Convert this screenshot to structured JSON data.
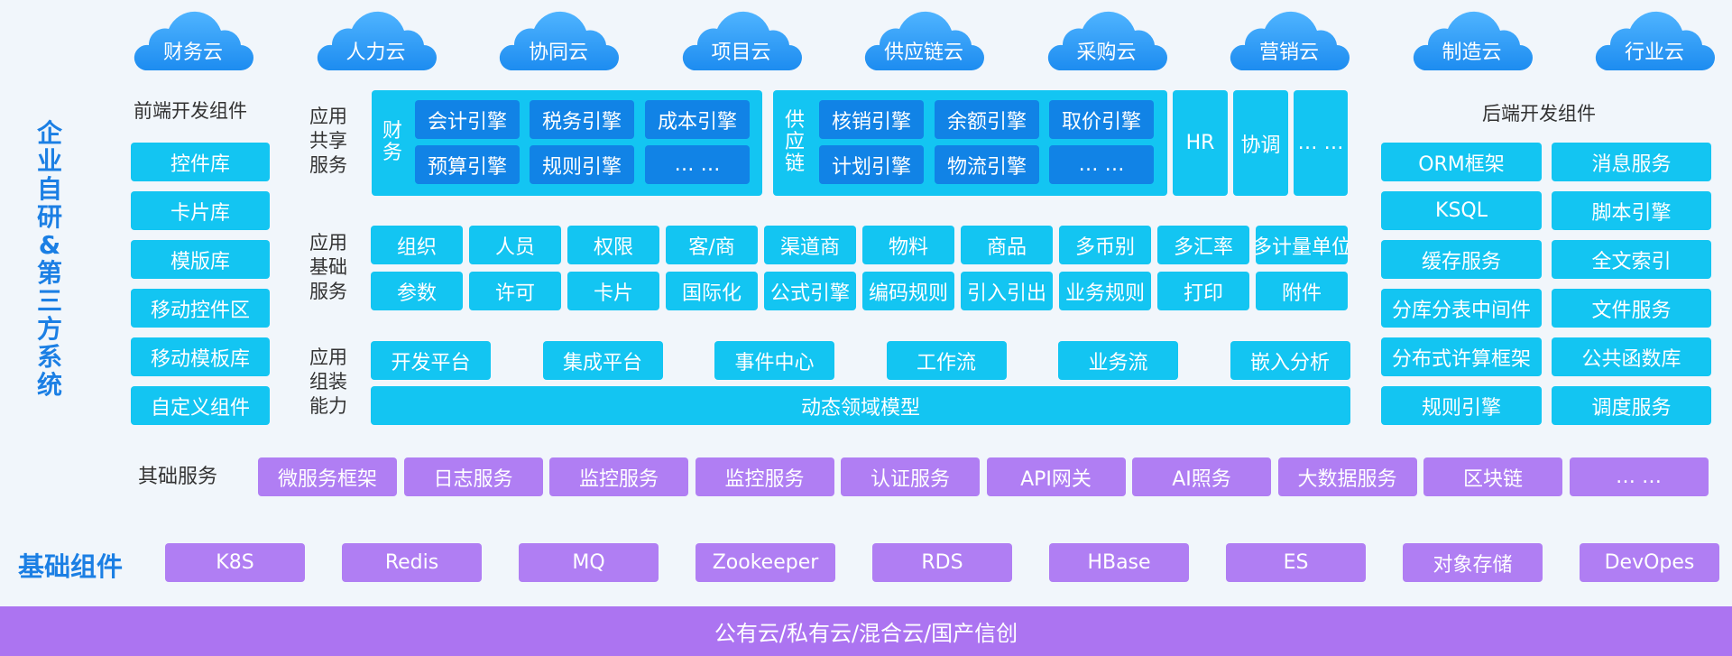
{
  "clouds": [
    "财务云",
    "人力云",
    "协同云",
    "项目云",
    "供应链云",
    "采购云",
    "营销云",
    "制造云",
    "行业云"
  ],
  "side_title": "企业自研&第三方系统",
  "frontend": {
    "title": "前端开发组件",
    "items": [
      "控件库",
      "卡片库",
      "模版库",
      "移动控件区",
      "移动模板库",
      "自定义组件"
    ]
  },
  "backend": {
    "title": "后端开发组件",
    "left": [
      "ORM框架",
      "KSQL",
      "缓存服务",
      "分库分表中间件",
      "分布式许算框架",
      "规则引擎"
    ],
    "right": [
      "消息服务",
      "脚本引擎",
      "全文索引",
      "文件服务",
      "公共函数库",
      "调度服务"
    ]
  },
  "shared": {
    "label": [
      "应用",
      "共享",
      "服务"
    ],
    "finance_label": [
      "财",
      "务"
    ],
    "finance": [
      "会计引擎",
      "税务引擎",
      "成本引擎",
      "预算引擎",
      "规则引擎",
      "… …"
    ],
    "supply_label": [
      "供",
      "应",
      "链"
    ],
    "supply": [
      "核销引擎",
      "余额引擎",
      "取价引擎",
      "计划引擎",
      "物流引擎",
      "… …"
    ],
    "extra": [
      "HR",
      "协调",
      "… …"
    ]
  },
  "basic": {
    "label": [
      "应用",
      "基础",
      "服务"
    ],
    "row1": [
      "组织",
      "人员",
      "权限",
      "客/商",
      "渠道商",
      "物料",
      "商品",
      "多币别",
      "多汇率",
      "多计量单位"
    ],
    "row2": [
      "参数",
      "许可",
      "卡片",
      "国际化",
      "公式引擎",
      "编码规则",
      "引入引出",
      "业务规则",
      "打印",
      "附件"
    ]
  },
  "assembly": {
    "label": [
      "应用",
      "组装",
      "能力"
    ],
    "items": [
      "开发平台",
      "集成平台",
      "事件中心",
      "工作流",
      "业务流",
      "嵌入分析"
    ],
    "model": "动态领域模型"
  },
  "other": {
    "label": "其础服务",
    "items": [
      "微服务框架",
      "日志服务",
      "监控服务",
      "监控服务",
      "认证服务",
      "API网关",
      "AI照务",
      "大数据服务",
      "区块链",
      "… …"
    ]
  },
  "base": {
    "label": "基础组件",
    "items": [
      "K8S",
      "Redis",
      "MQ",
      "Zookeeper",
      "RDS",
      "HBase",
      "ES",
      "对象存储",
      "DevOpes"
    ]
  },
  "platform": "公有云/私有云/混合云/国产信创"
}
